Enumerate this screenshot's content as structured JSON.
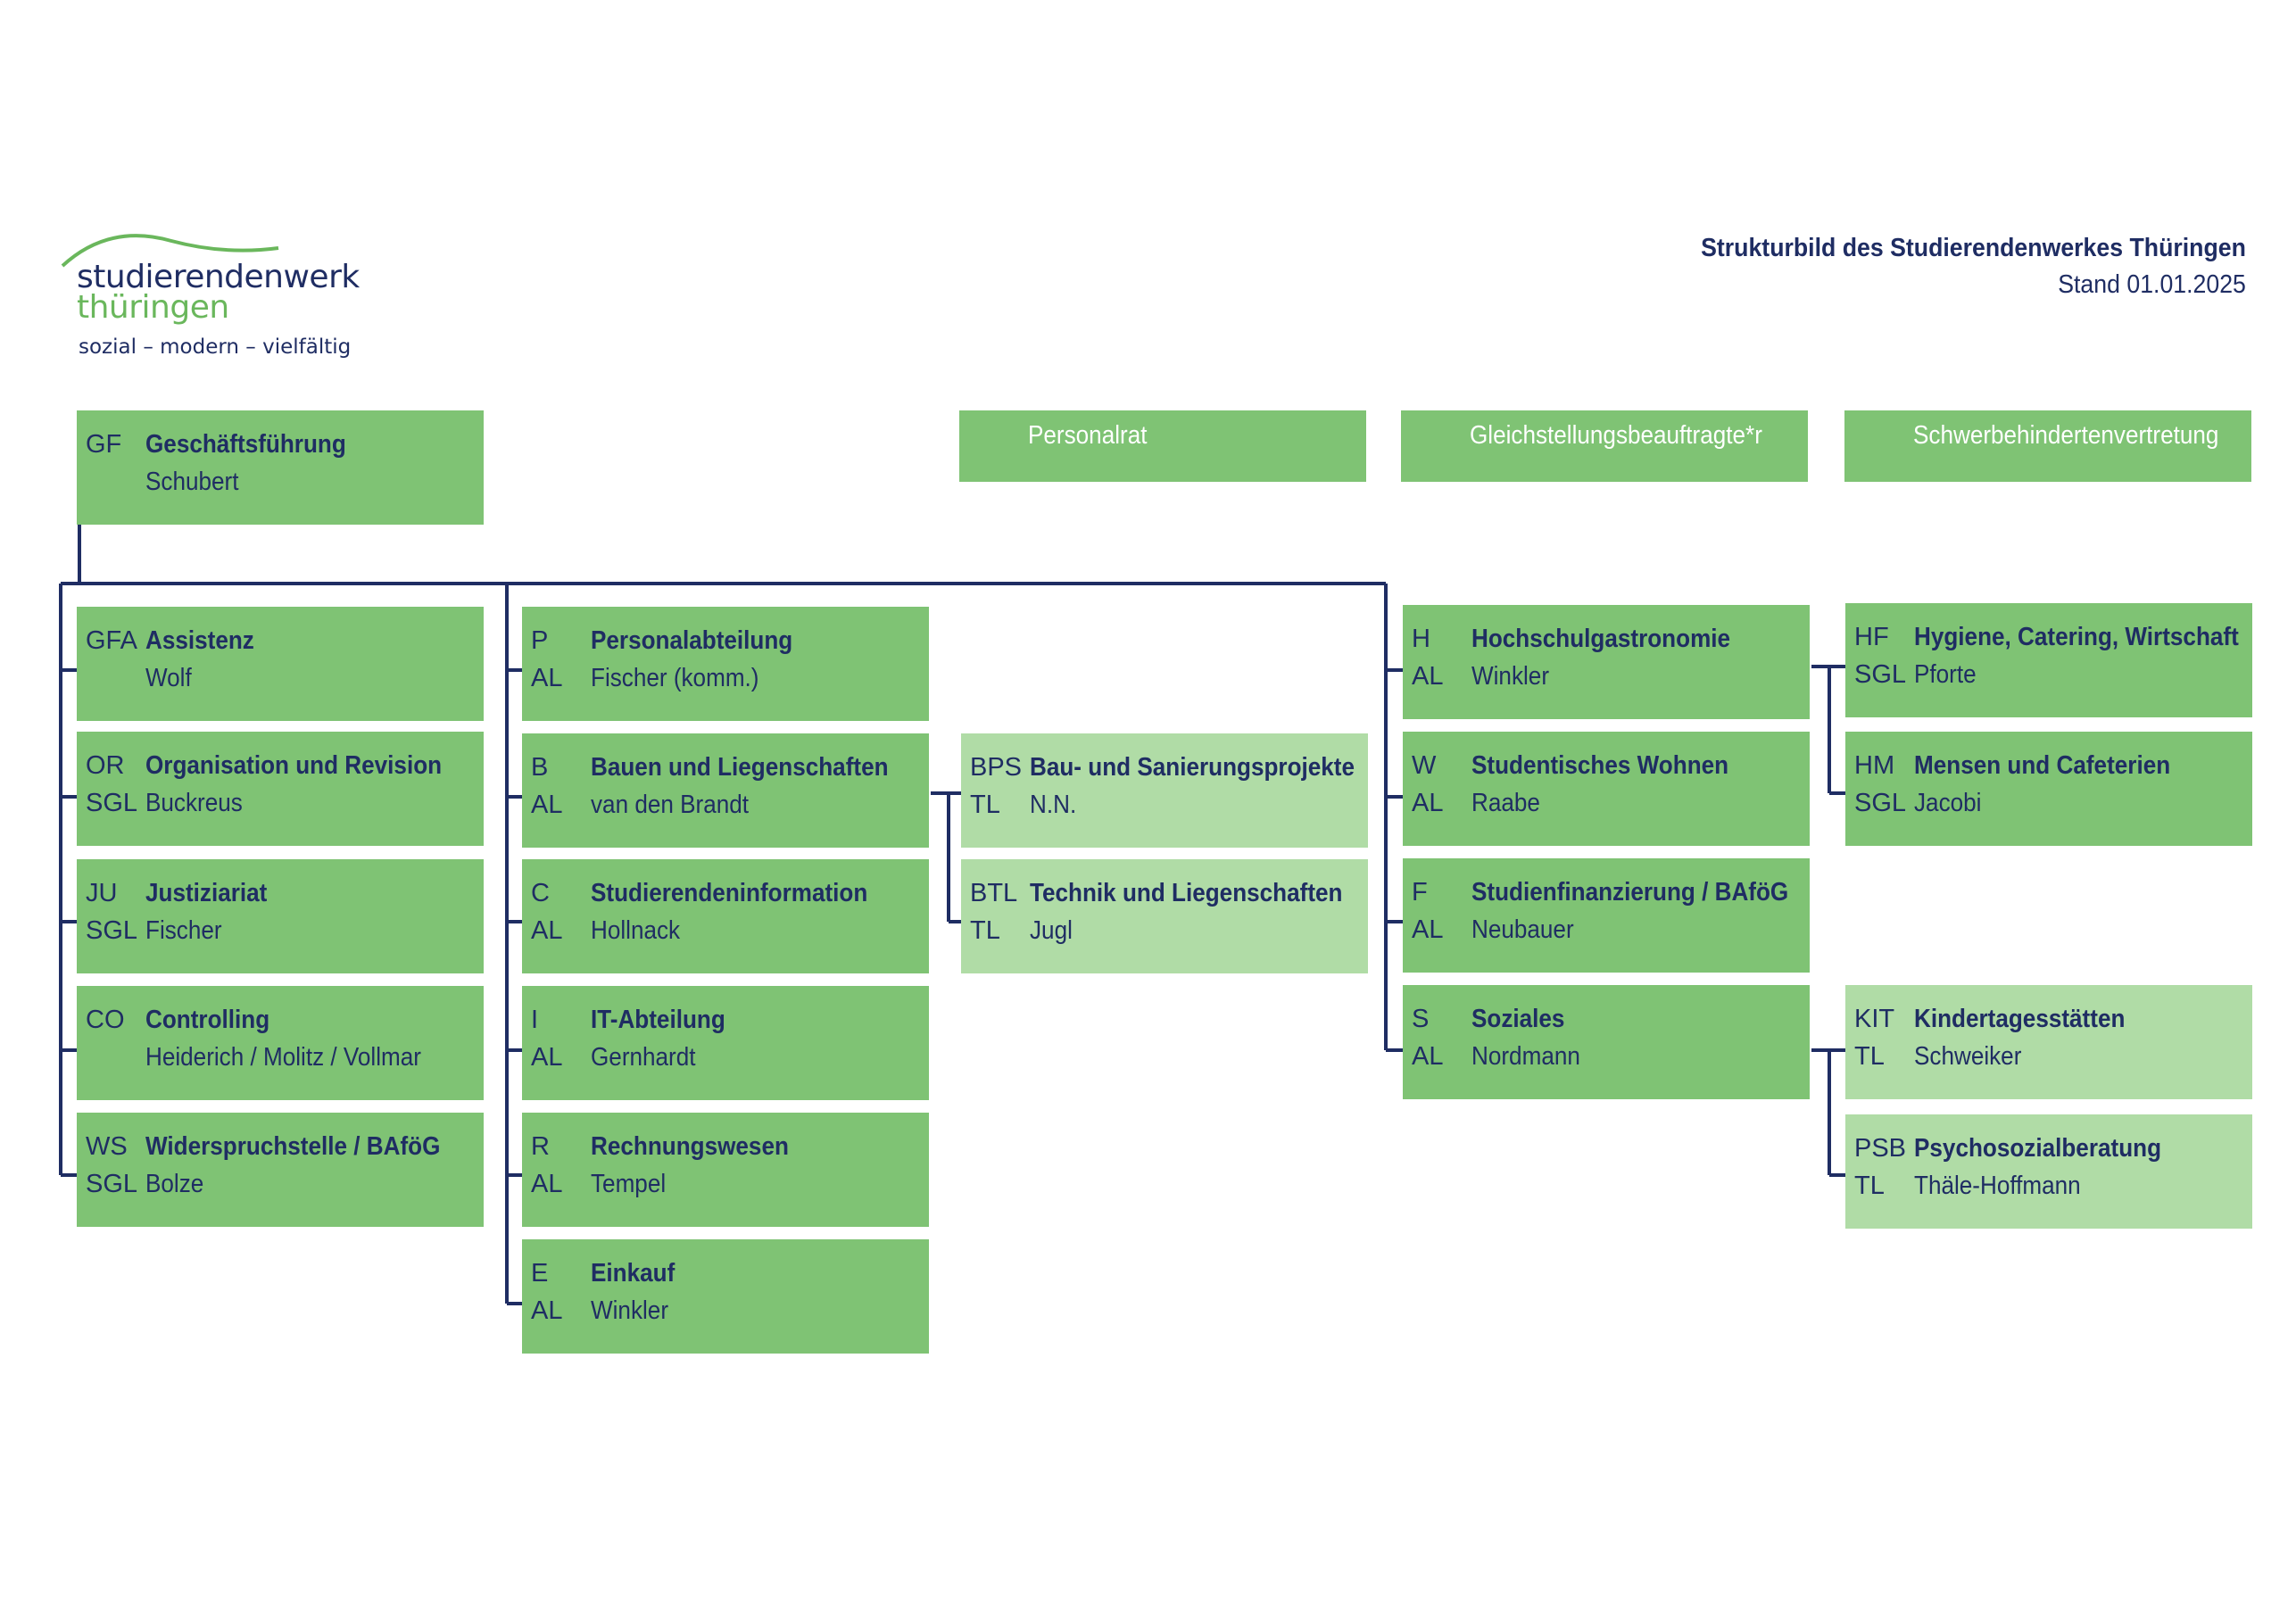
{
  "logo": {
    "line1": "studierendenwerk",
    "line2": "thüringen",
    "tagline": "sozial – modern – vielfältig"
  },
  "header": {
    "title": "Strukturbild des Studierendenwerkes Thüringen",
    "date": "Stand 01.01.2025"
  },
  "representatives": [
    {
      "label": "Personalrat"
    },
    {
      "label": "Gleichstellungsbeauftragte*r"
    },
    {
      "label": "Schwerbehindertenvertretung"
    }
  ],
  "units": {
    "gf": {
      "code": "GF",
      "title": "Geschäftsführung",
      "role": "",
      "person": "Schubert"
    },
    "gfa": {
      "code": "GFA",
      "title": "Assistenz",
      "role": "",
      "person": "Wolf"
    },
    "or": {
      "code": "OR",
      "title": "Organisation und Revision",
      "role": "SGL",
      "person": "Buckreus"
    },
    "ju": {
      "code": "JU",
      "title": "Justiziariat",
      "role": "SGL",
      "person": "Fischer"
    },
    "co": {
      "code": "CO",
      "title": "Controlling",
      "role": "",
      "person": "Heiderich / Molitz / Vollmar"
    },
    "ws": {
      "code": "WS",
      "title": "Widerspruchstelle / BAföG",
      "role": "SGL",
      "person": "Bolze"
    },
    "p": {
      "code": "P",
      "title": "Personalabteilung",
      "role": "AL",
      "person": "Fischer (komm.)"
    },
    "b": {
      "code": "B",
      "title": "Bauen und Liegenschaften",
      "role": "AL",
      "person": "van den Brandt"
    },
    "c": {
      "code": "C",
      "title": "Studierendeninformation",
      "role": "AL",
      "person": "Hollnack"
    },
    "i": {
      "code": "I",
      "title": "IT-Abteilung",
      "role": "AL",
      "person": "Gernhardt"
    },
    "r": {
      "code": "R",
      "title": "Rechnungswesen",
      "role": "AL",
      "person": "Tempel"
    },
    "e": {
      "code": "E",
      "title": "Einkauf",
      "role": "AL",
      "person": "Winkler"
    },
    "bps": {
      "code": "BPS",
      "title": "Bau- und Sanierungsprojekte",
      "role": "TL",
      "person": "N.N."
    },
    "btl": {
      "code": "BTL",
      "title": "Technik und Liegenschaften",
      "role": "TL",
      "person": "Jugl"
    },
    "h": {
      "code": "H",
      "title": "Hochschulgastronomie",
      "role": "AL",
      "person": "Winkler"
    },
    "w": {
      "code": "W",
      "title": "Studentisches Wohnen",
      "role": "AL",
      "person": "Raabe"
    },
    "f": {
      "code": "F",
      "title": "Studienfinanzierung / BAföG",
      "role": "AL",
      "person": "Neubauer"
    },
    "s": {
      "code": "S",
      "title": "Soziales",
      "role": "AL",
      "person": "Nordmann"
    },
    "hf": {
      "code": "HF",
      "title": "Hygiene, Catering, Wirtschaft",
      "role": "SGL",
      "person": "Pforte"
    },
    "hm": {
      "code": "HM",
      "title": "Mensen und Cafeterien",
      "role": "SGL",
      "person": "Jacobi"
    },
    "kit": {
      "code": "KIT",
      "title": "Kindertagesstätten",
      "role": "TL",
      "person": "Schweiker"
    },
    "psb": {
      "code": "PSB",
      "title": "Psychosozialberatung",
      "role": "TL",
      "person": "Thäle-Hoffmann"
    }
  },
  "colors": {
    "box": "#7fc374",
    "box_light": "#b0dca6",
    "line": "#1f2d63",
    "text": "#1f2d63"
  }
}
